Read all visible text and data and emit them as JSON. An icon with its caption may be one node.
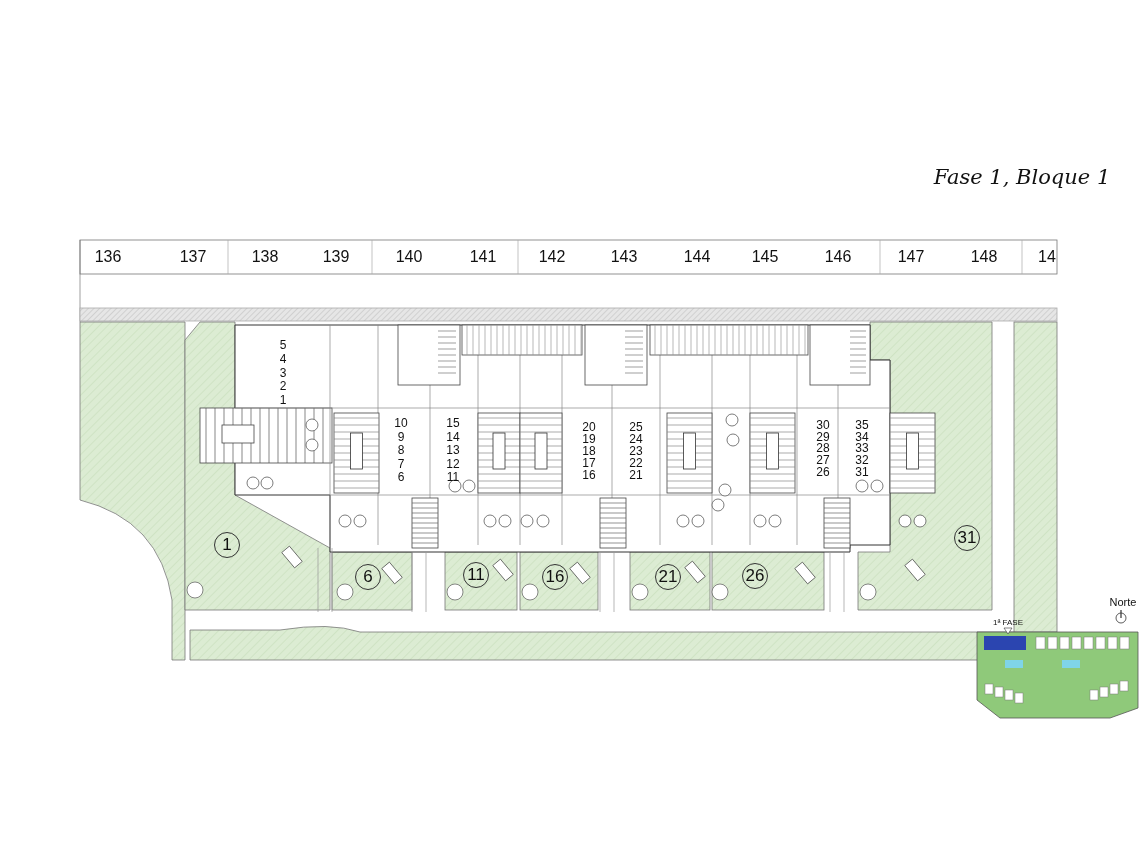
{
  "diagram": {
    "title": "Fase 1, Bloque 1",
    "nodes": [
      {
        "text": [
          "1"
        ]
      },
      {
        "text": [
          "6"
        ]
      },
      {
        "text": [
          "11"
        ]
      },
      {
        "text": [
          "16"
        ]
      },
      {
        "text": [
          "21"
        ]
      },
      {
        "text": [
          "26"
        ]
      },
      {
        "text": [
          "31"
        ]
      }
    ],
    "labels": [
      "136",
      "137",
      "138",
      "139",
      "140",
      "141",
      "142",
      "143",
      "144",
      "145",
      "146",
      "147",
      "148",
      "14",
      "5",
      "4",
      "3",
      "2",
      "1",
      "10",
      "9",
      "8",
      "7",
      "6",
      "15",
      "14",
      "13",
      "12",
      "11",
      "20",
      "19",
      "18",
      "17",
      "16",
      "25",
      "24",
      "23",
      "22",
      "21",
      "30",
      "29",
      "28",
      "27",
      "26",
      "35",
      "34",
      "33",
      "32",
      "31",
      "Norte",
      "1ª FASE"
    ]
  }
}
